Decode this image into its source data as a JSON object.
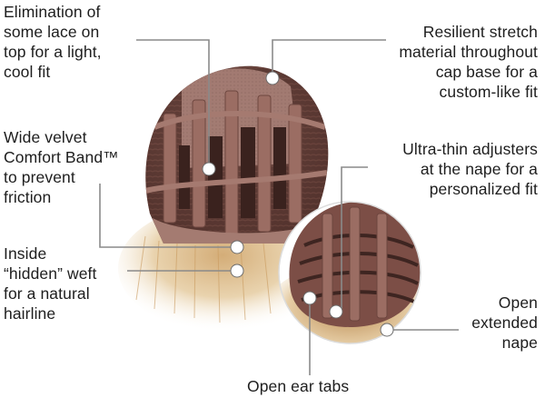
{
  "image": {
    "subject": "wig cap construction",
    "colors": {
      "cap": "#8a5a52",
      "cap_dark": "#4a2c27",
      "lace": "#b08a80",
      "hair_light": "#e8cfa8",
      "hair_mid": "#b9894e",
      "callout_line": "#8a8a8a",
      "dot_fill": "#ffffff"
    }
  },
  "labels": [
    {
      "id": "lace",
      "text": "Elimination of\nsome lace on\ntop for a light,\ncool fit"
    },
    {
      "id": "velvet",
      "text": "Wide velvet\nComfort Band™\nto prevent\nfriction"
    },
    {
      "id": "weft",
      "text": "Inside\n“hidden” weft\nfor a natural\nhairline"
    },
    {
      "id": "stretch",
      "text": "Resilient stretch\nmaterial throughout\ncap base for a\ncustom-like fit"
    },
    {
      "id": "adjusters",
      "text": "Ultra-thin adjusters\nat the nape for a\npersonalized fit"
    },
    {
      "id": "nape",
      "text": "Open\nextended\nnape"
    },
    {
      "id": "ear_tabs",
      "text": "Open ear tabs"
    }
  ]
}
